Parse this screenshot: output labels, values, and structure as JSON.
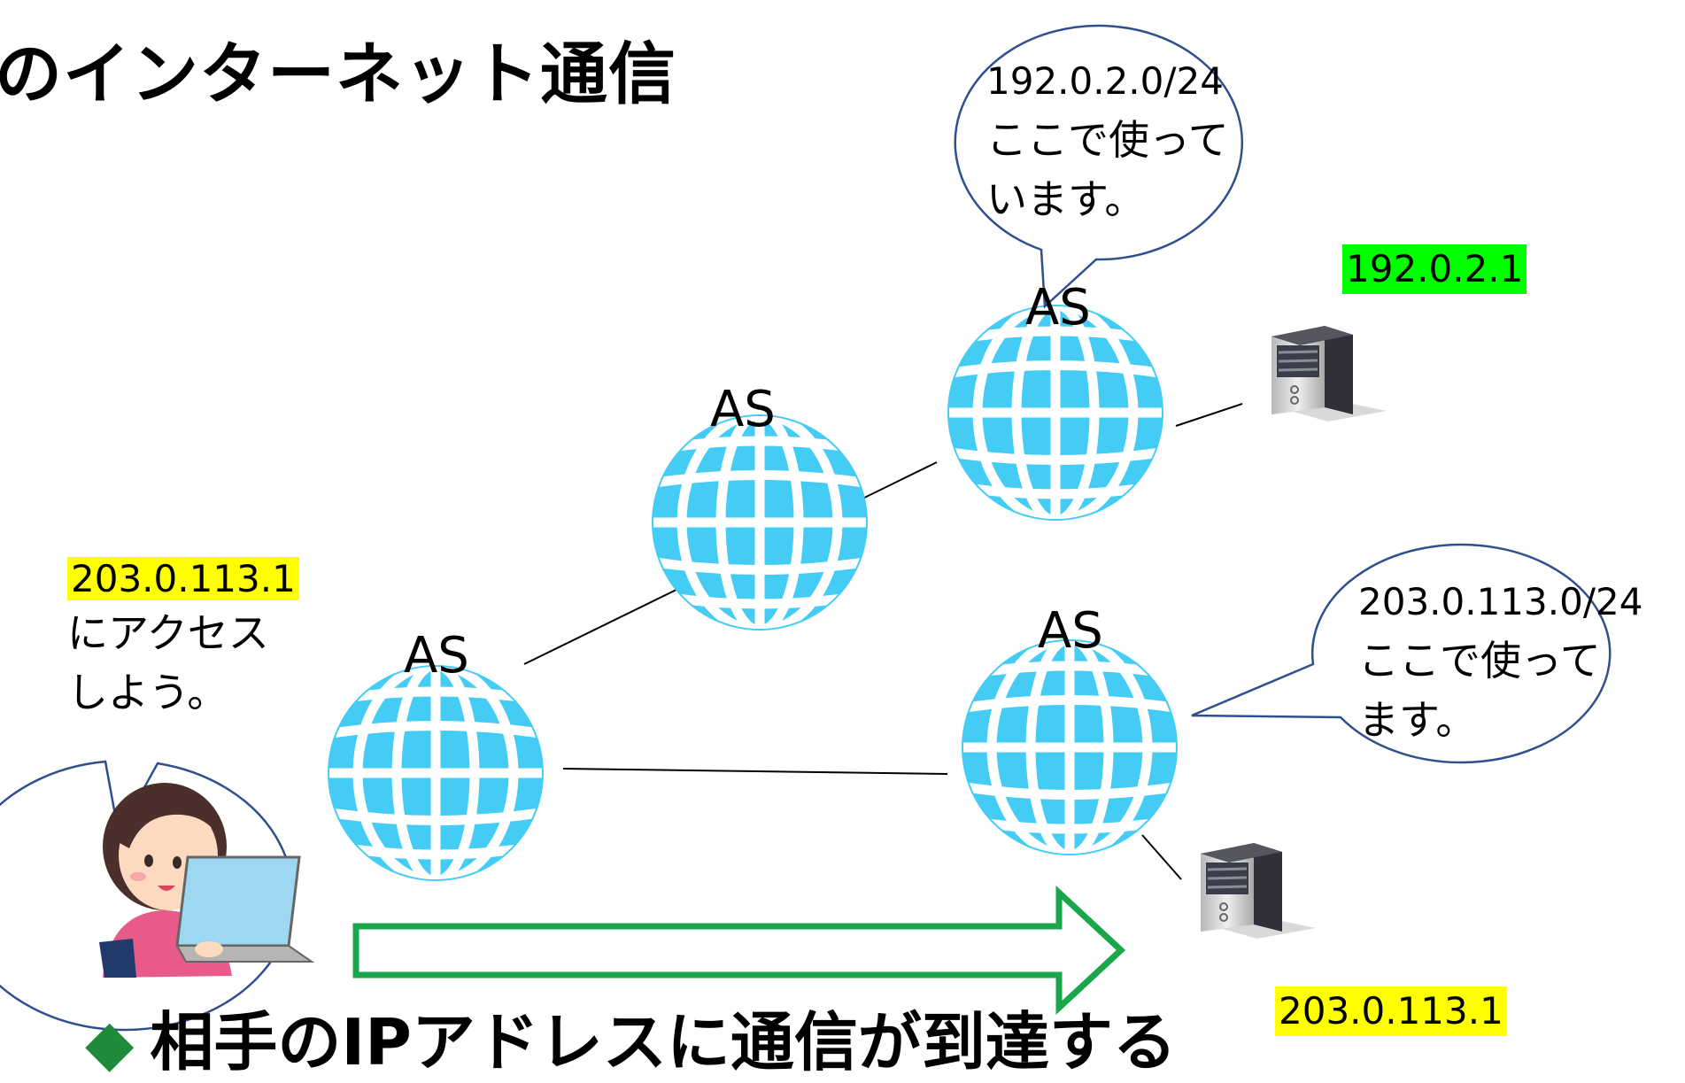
{
  "slide": {
    "title": "のインターネット通信",
    "bullet_mark": "◆",
    "bullet_text": "相手のIPアドレスに通信が到達する"
  },
  "as_label": "AS",
  "bubbles": {
    "top": {
      "line1": "192.0.2.0/24",
      "line2": "ここで使って",
      "line3": "います。"
    },
    "right": {
      "line1": "203.0.113.0/24",
      "line2": "ここで使って",
      "line3": "ます。"
    },
    "left": {
      "line1": "203.0.113.1",
      "line2": "にアクセス",
      "line3": "しよう。"
    }
  },
  "servers": {
    "top": {
      "ip": "192.0.2.1",
      "highlight": "#00ff00"
    },
    "bottom": {
      "ip": "203.0.113.1",
      "highlight": "#ffff00"
    }
  },
  "colors": {
    "globe": "#44ccf5",
    "arrow": "#1aa64a",
    "yellow_highlight": "#ffff00"
  }
}
